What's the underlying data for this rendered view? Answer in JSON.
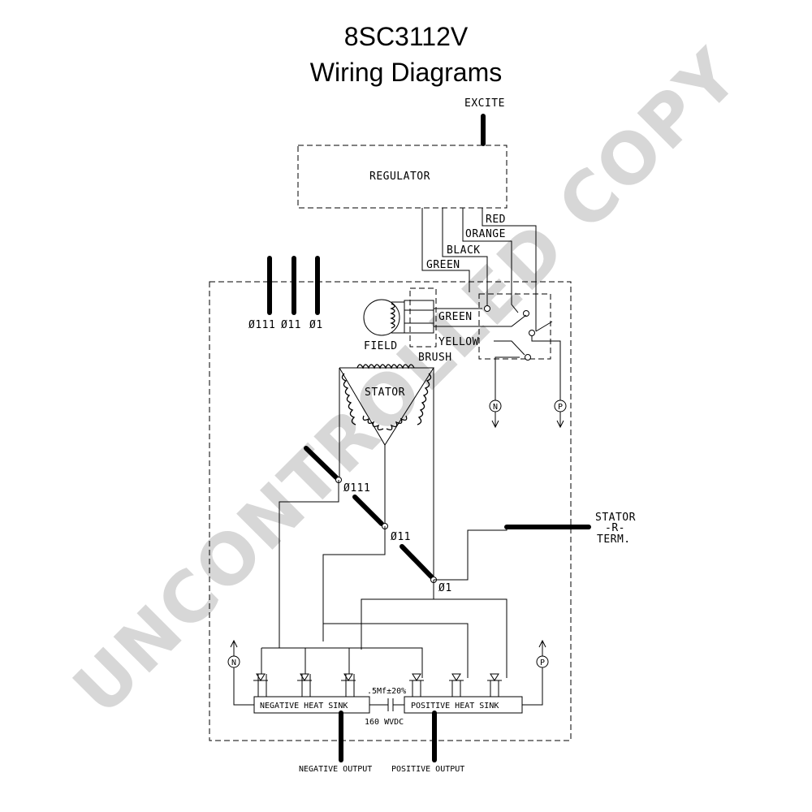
{
  "title": {
    "line1": "8SC3112V",
    "line2": "Wiring Diagrams"
  },
  "watermark": "UNCONTROLLED COPY",
  "labels": {
    "excite": "EXCITE",
    "regulator": "REGULATOR",
    "red": "RED",
    "orange": "ORANGE",
    "black": "BLACK",
    "green_upper": "GREEN",
    "green_lower": "GREEN",
    "yellow": "YELLOW",
    "field": "FIELD",
    "brush": "BRUSH",
    "stator": "STATOR",
    "phase_top_1": "Ø111",
    "phase_top_2": "Ø11",
    "phase_top_3": "Ø1",
    "phase_mid_1": "Ø111",
    "phase_mid_2": "Ø11",
    "phase_mid_3": "Ø1",
    "stator_term_1": "STATOR",
    "stator_term_2": "-R-",
    "stator_term_3": "TERM.",
    "neg_heat_sink": "NEGATIVE HEAT SINK",
    "pos_heat_sink": "POSITIVE HEAT SINK",
    "capacitor": ".5Mf±20%",
    "voltage": "160 WVDC",
    "neg_output": "NEGATIVE OUTPUT",
    "pos_output": "POSITIVE OUTPUT",
    "n_term_right": "N",
    "p_term_right": "P",
    "n_term_left": "N",
    "p_term_left": "P"
  }
}
